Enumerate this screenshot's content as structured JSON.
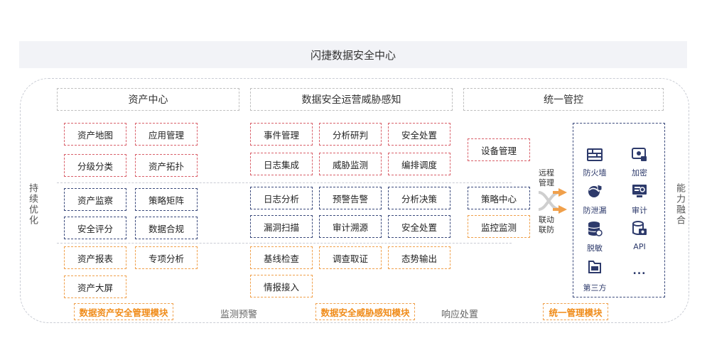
{
  "title": "闪捷数据安全中心",
  "side_left": "持续优化",
  "side_right": "能力融合",
  "sections": {
    "asset": "资产中心",
    "ops": "数据安全运营威胁感知",
    "control": "统一管控"
  },
  "asset_boxes": [
    "资产地图",
    "应用管理",
    "分级分类",
    "资产拓扑",
    "资产监察",
    "策略矩阵",
    "安全评分",
    "数据合规",
    "资产报表",
    "专项分析",
    "资产大屏"
  ],
  "ops_boxes": [
    "事件管理",
    "分析研判",
    "安全处置",
    "日志集成",
    "威胁监测",
    "编排调度",
    "日志分析",
    "预警告警",
    "分析决策",
    "漏洞扫描",
    "审计溯源",
    "安全处置",
    "基线检查",
    "调查取证",
    "态势输出",
    "情报接入"
  ],
  "control_boxes": [
    "设备管理",
    "策略中心",
    "监控监测"
  ],
  "link_labels": {
    "remote": "远程管理",
    "linkage": "联动联防"
  },
  "right_items": [
    {
      "label": "防火墙",
      "icon": "firewall-icon"
    },
    {
      "label": "加密",
      "icon": "encryption-icon"
    },
    {
      "label": "防泄漏",
      "icon": "leak-prevention-icon"
    },
    {
      "label": "审计",
      "icon": "audit-icon"
    },
    {
      "label": "脱敏",
      "icon": "masking-icon"
    },
    {
      "label": "API",
      "icon": "api-icon"
    },
    {
      "label": "第三方",
      "icon": "third-party-icon"
    },
    {
      "label": "...",
      "icon": "more-icon"
    }
  ],
  "bottom": {
    "asset_module": "数据资产安全管理模块",
    "monitor": "监测预警",
    "threat_module": "数据安全威胁感知模块",
    "response": "响应处置",
    "unified_module": "统一管理模块"
  },
  "colors": {
    "red": "#d9606a",
    "navy": "#3b4a7c",
    "orange": "#f0a04b",
    "icon": "#2d3a6b"
  }
}
